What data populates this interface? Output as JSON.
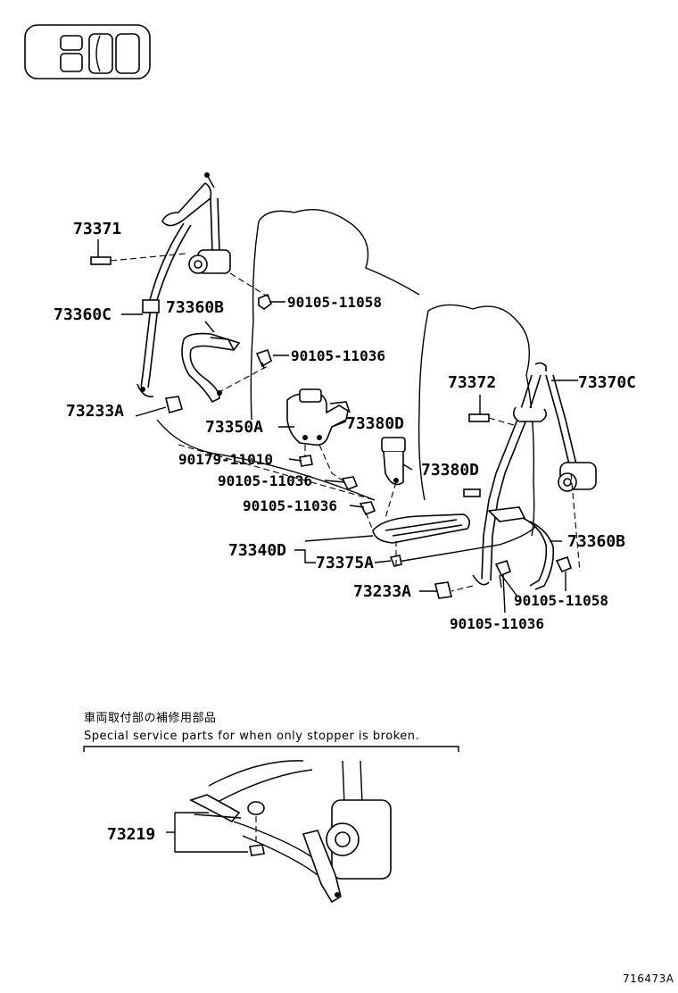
{
  "labels": {
    "p73371": "73371",
    "p73360C": "73360C",
    "p73360B_left": "73360B",
    "p90105_11058_top": "90105-11058",
    "p90105_11036_top": "90105-11036",
    "p73233A_left": "73233A",
    "p73350A": "73350A",
    "p73380D_a": "73380D",
    "p90179_11010": "90179-11010",
    "p90105_11036_mid1": "90105-11036",
    "p90105_11036_mid2": "90105-11036",
    "p73380D_b": "73380D",
    "p73340D": "73340D",
    "p73375A": "73375A",
    "p73372": "73372",
    "p73370C": "73370C",
    "p73360B_right": "73360B",
    "p73233A_right": "73233A",
    "p90105_11058_bottom": "90105-11058",
    "p90105_11036_bottom": "90105-11036",
    "p73219": "73219"
  },
  "note": {
    "japanese": "車両取付部の補修用部品",
    "english": "Special service parts for when only stopper is broken."
  },
  "figure_id": "716473A",
  "icons": {
    "seat_layout": "seat-layout-icon"
  }
}
